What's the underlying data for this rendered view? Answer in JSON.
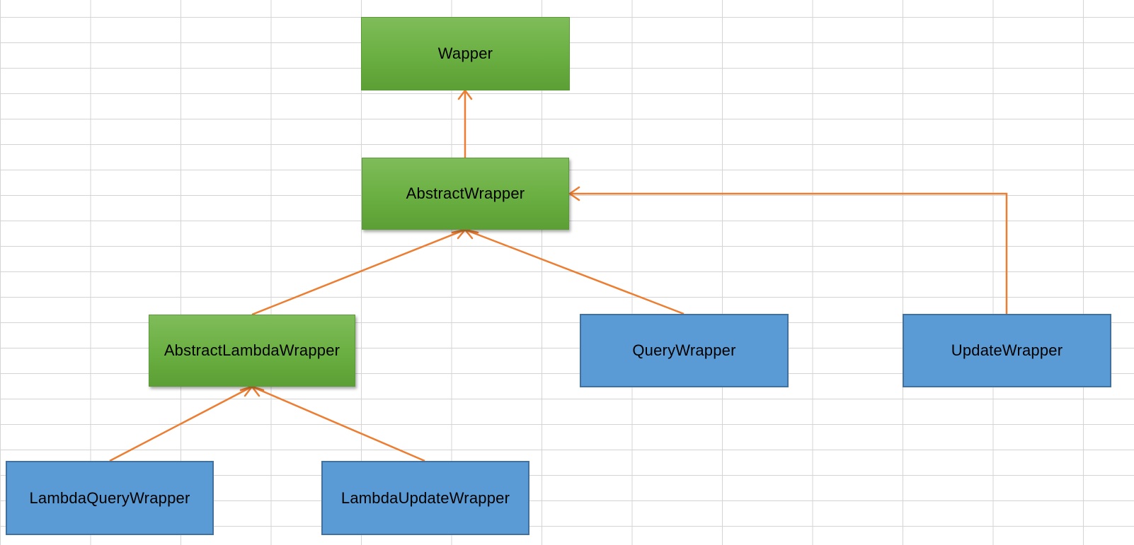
{
  "nodes": {
    "wapper": {
      "label": "Wapper"
    },
    "abstract_wrapper": {
      "label": "AbstractWrapper"
    },
    "abstract_lambda_wrapper": {
      "label": "AbstractLambdaWrapper"
    },
    "query_wrapper": {
      "label": "QueryWrapper"
    },
    "update_wrapper": {
      "label": "UpdateWrapper"
    },
    "lambda_query_wrapper": {
      "label": "LambdaQueryWrapper"
    },
    "lambda_update_wrapper": {
      "label": "LambdaUpdateWrapper"
    }
  },
  "edges": [
    {
      "from": "abstract_wrapper",
      "to": "wapper"
    },
    {
      "from": "update_wrapper",
      "to": "abstract_wrapper"
    },
    {
      "from": "abstract_lambda_wrapper",
      "to": "abstract_wrapper"
    },
    {
      "from": "query_wrapper",
      "to": "abstract_wrapper"
    },
    {
      "from": "lambda_query_wrapper",
      "to": "abstract_lambda_wrapper"
    },
    {
      "from": "lambda_update_wrapper",
      "to": "abstract_lambda_wrapper"
    }
  ],
  "colors": {
    "abstract_node_fill": "#70ad47",
    "concrete_node_fill": "#5b9bd5",
    "concrete_node_border": "#41719c",
    "connector": "#ed7d31",
    "gridline": "#d4d4d4",
    "background": "#ffffff"
  }
}
